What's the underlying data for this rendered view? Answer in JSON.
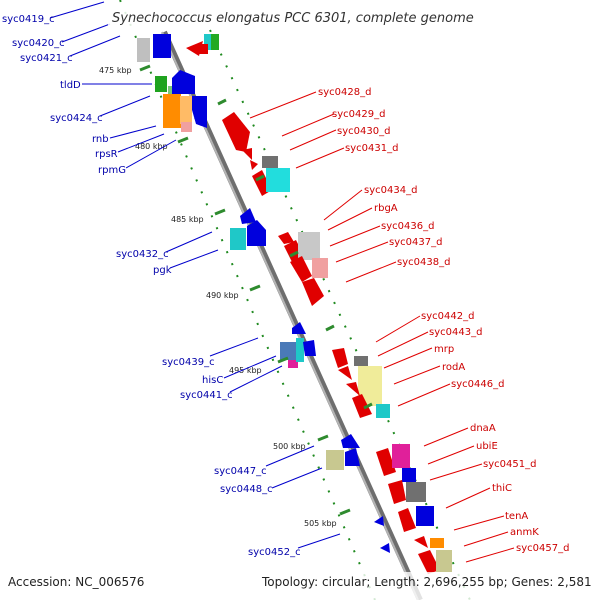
{
  "title": "Synechococcus elongatus PCC 6301, complete genome",
  "footer": {
    "accession": "Accession: NC_006576",
    "stats": "Topology: circular; Length: 2,696,255 bp; Genes: 2,581"
  },
  "colors": {
    "backbone": "#8c8c8c",
    "forward_strand": "#e00000",
    "reverse_strand": "#0000cc",
    "forward_label": "#cc0000",
    "reverse_label": "#0000aa",
    "tick": "#2e8b2e",
    "ruler_dots": "#1f8a1f"
  },
  "ticks": [
    {
      "label": "475 kbp"
    },
    {
      "label": "480 kbp"
    },
    {
      "label": "485 kbp"
    },
    {
      "label": "490 kbp"
    },
    {
      "label": "495 kbp"
    },
    {
      "label": "500 kbp"
    },
    {
      "label": "505 kbp"
    }
  ],
  "reverse_labels": [
    "syc0419_c",
    "syc0420_c",
    "syc0421_c",
    "tldD",
    "syc0424_c",
    "rnb",
    "rpsR",
    "rpmG",
    "syc0432_c",
    "pgk",
    "syc0439_c",
    "hisC",
    "syc0441_c",
    "syc0447_c",
    "syc0448_c",
    "syc0452_c"
  ],
  "forward_labels": [
    "syc0428_d",
    "syc0429_d",
    "syc0430_d",
    "syc0431_d",
    "syc0434_d",
    "rbgA",
    "syc0436_d",
    "syc0437_d",
    "syc0438_d",
    "syc0442_d",
    "syc0443_d",
    "mrp",
    "rodA",
    "syc0446_d",
    "dnaA",
    "ubiE",
    "syc0451_d",
    "thiC",
    "tenA",
    "anmK",
    "syc0457_d"
  ]
}
